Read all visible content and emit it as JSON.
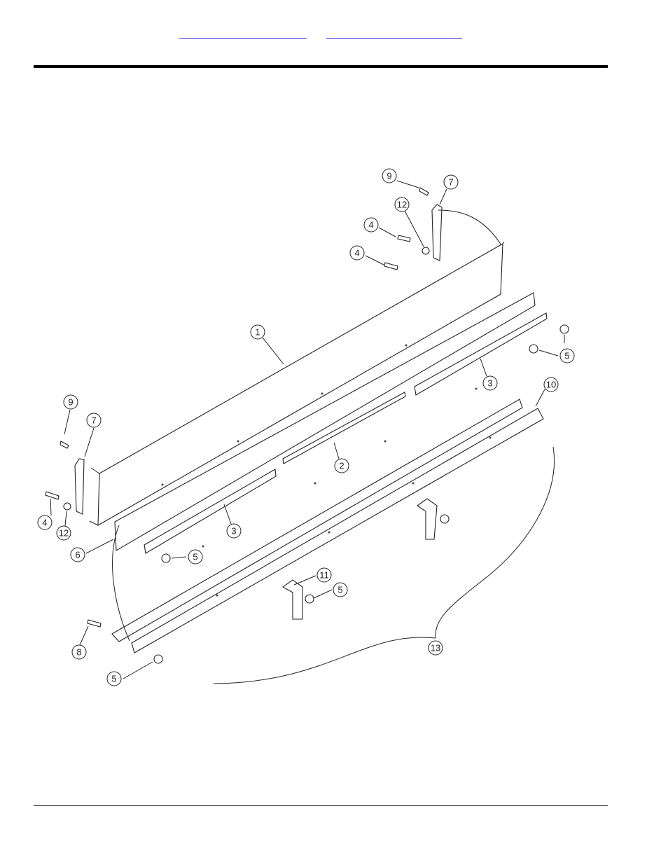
{
  "header": {
    "links": [
      {
        "text": ""
      },
      {
        "text": ""
      }
    ]
  },
  "diagram": {
    "callouts": [
      {
        "label": "1"
      },
      {
        "label": "2"
      },
      {
        "label": "3"
      },
      {
        "label": "3"
      },
      {
        "label": "4"
      },
      {
        "label": "4"
      },
      {
        "label": "4"
      },
      {
        "label": "5"
      },
      {
        "label": "5"
      },
      {
        "label": "5"
      },
      {
        "label": "5"
      },
      {
        "label": "6"
      },
      {
        "label": "7"
      },
      {
        "label": "7"
      },
      {
        "label": "8"
      },
      {
        "label": "9"
      },
      {
        "label": "9"
      },
      {
        "label": "10"
      },
      {
        "label": "11"
      },
      {
        "label": "12"
      },
      {
        "label": "12"
      },
      {
        "label": "13"
      }
    ]
  }
}
